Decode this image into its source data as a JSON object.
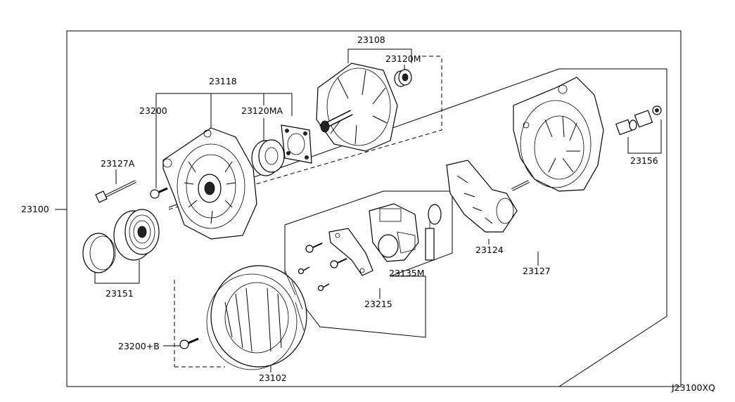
{
  "diagram_code": "J23100XQ",
  "labels": {
    "p23100": "23100",
    "p23108": "23108",
    "p23120M": "23120M",
    "p23118": "23118",
    "p23200": "23200",
    "p23120MA": "23120MA",
    "p23127A": "23127A",
    "p23151": "23151",
    "p23156": "23156",
    "p23124": "23124",
    "p23127": "23127",
    "p23135M": "23135M",
    "p23215": "23215",
    "p23200B": "23200+B",
    "p23102": "23102"
  }
}
